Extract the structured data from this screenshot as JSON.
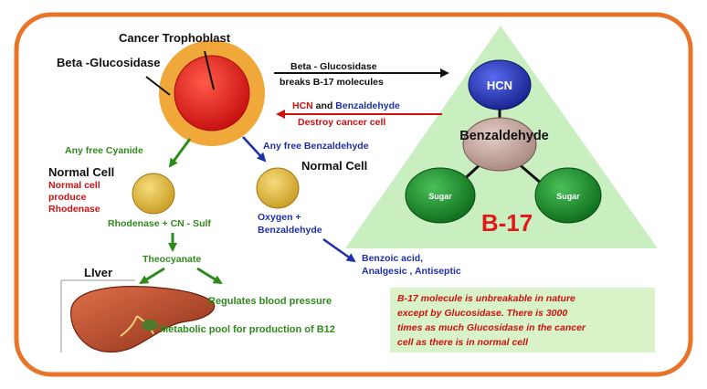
{
  "colors": {
    "frame": "#e8742a",
    "triangle": "#c9efc1",
    "cell_outer": "#f0a83a",
    "cell_inner": "#e01818",
    "normal_cell": "#d8b33a",
    "hcn_node": "#2b3bbf",
    "benzaldehyde_node": "#c9a7a0",
    "sugar_node": "#1b8a2a",
    "green_text": "#2f8a1c",
    "red_text": "#cc1111",
    "blue_text": "#1f2fa8",
    "note_box": "#d7f3c7"
  },
  "cancer": {
    "title": "Cancer Trophoblast",
    "enzyme_label": "Beta -Glucosidase"
  },
  "top_arrow": {
    "line1": "Beta - Glucosidase",
    "line2": "breaks B-17 molecules"
  },
  "return_arrow": {
    "hcn": "HCN",
    "and": " and ",
    "benz": "Benzaldehyde",
    "line2": "Destroy cancer cell"
  },
  "molecule": {
    "hcn": "HCN",
    "benzaldehyde": "Benzaldehyde",
    "sugar_left": "Sugar",
    "sugar_right": "Sugar",
    "name": "B-17"
  },
  "left_branch": {
    "any_free": "Any free Cyanide",
    "normal_cell": "Normal Cell",
    "produce_lines": [
      "Normal cell",
      "produce",
      "Rhodenase"
    ],
    "reaction": "Rhodenase + CN - Sulf",
    "product": "Theocyanate",
    "liver_label": "LIver",
    "effect1": "Regulates blood pressure",
    "effect2": "Metabolic pool for production of B12"
  },
  "right_branch": {
    "any_free": "Any free Benzaldehyde",
    "normal_cell": "Normal Cell",
    "reaction_lines": [
      "Oxygen +",
      "Benzaldehyde"
    ],
    "product_lines": [
      "Benzoic acid,",
      "Analgesic , Antiseptic"
    ]
  },
  "note": {
    "lines": [
      "B-17 molecule is unbreakable in nature",
      "except by Glucosidase. There is 3000",
      "times as   much Glucosidase in the cancer",
      "cell as there is in normal cell"
    ]
  }
}
